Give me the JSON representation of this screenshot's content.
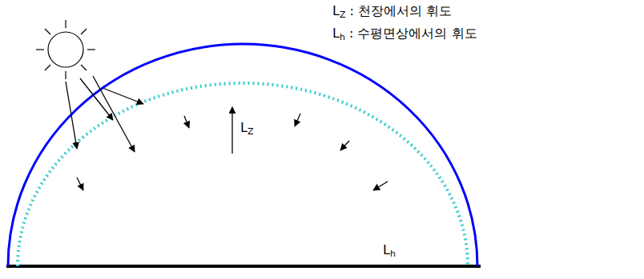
{
  "diagram": {
    "labels": [
      "LZ : 천장에서의 휘도",
      "Lh : 수평면상에서의 휘도",
      "LZ",
      "Lh"
    ]
  }
}
